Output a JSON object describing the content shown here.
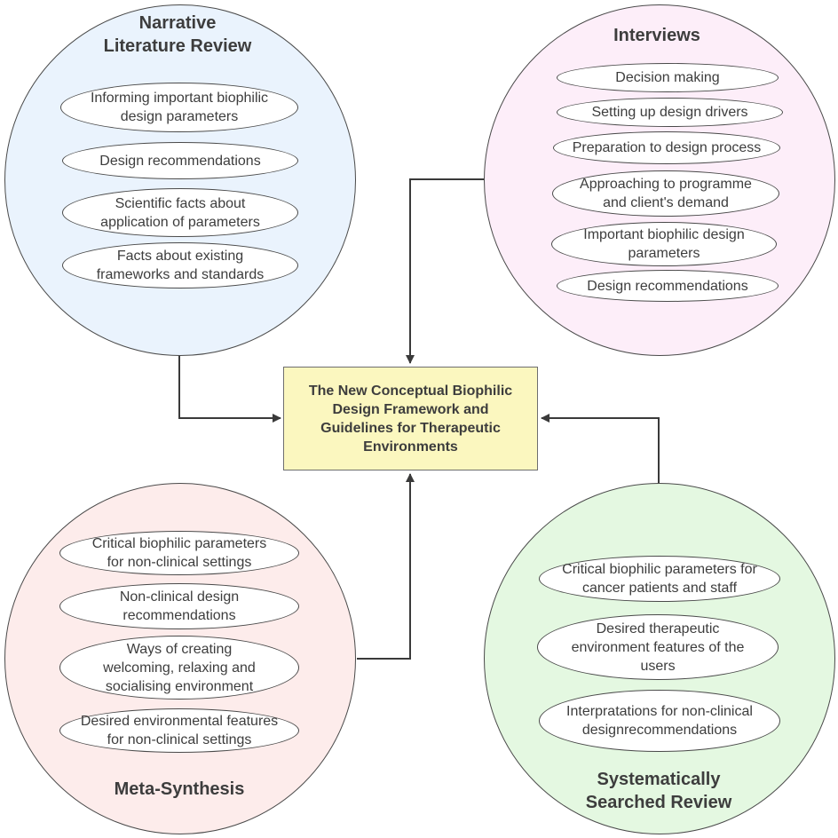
{
  "center": {
    "line1": "The New Conceptual Biophilic",
    "line2": "Design Framework and",
    "line3": "Guidelines for  Therapeutic",
    "line4": "Environments"
  },
  "narrative": {
    "title1": "Narrative",
    "title2": "Literature Review",
    "items": [
      [
        "Informing important biophilic",
        "design parameters"
      ],
      [
        "Design recommendations"
      ],
      [
        "Scientific facts about",
        "application of parameters"
      ],
      [
        "Facts about existing",
        "frameworks and standards"
      ]
    ]
  },
  "interviews": {
    "title": "Interviews",
    "items": [
      [
        "Decision making"
      ],
      [
        "Setting up design drivers"
      ],
      [
        "Preparation to design process"
      ],
      [
        "Approaching to programme",
        "and client's demand"
      ],
      [
        "Important biophilic design",
        "parameters"
      ],
      [
        "Design recommendations"
      ]
    ]
  },
  "meta": {
    "title": "Meta-Synthesis",
    "items": [
      [
        "Critical biophilic parameters",
        "for non-clinical settings"
      ],
      [
        "Non-clinical design",
        "recommendations"
      ],
      [
        "Ways of creating",
        "welcoming, relaxing and",
        "socialising environment"
      ],
      [
        "Desired environmental features",
        "for non-clinical settings"
      ]
    ]
  },
  "systematic": {
    "title1": "Systematically",
    "title2": "Searched Review",
    "items": [
      [
        "Critical biophilic parameters for",
        "cancer patients and staff"
      ],
      [
        "Desired  therapeutic",
        "environment features of the",
        "users"
      ],
      [
        "Interpratations for non-clinical",
        "designrecommendations"
      ]
    ]
  },
  "colors": {
    "narrative_fill": "#eaf3fd",
    "interviews_fill": "#fdeef9",
    "meta_fill": "#fdeceb",
    "systematic_fill": "#e4f8e1",
    "center_fill": "#fbf7bf",
    "arrow": "#3a3a3a"
  }
}
